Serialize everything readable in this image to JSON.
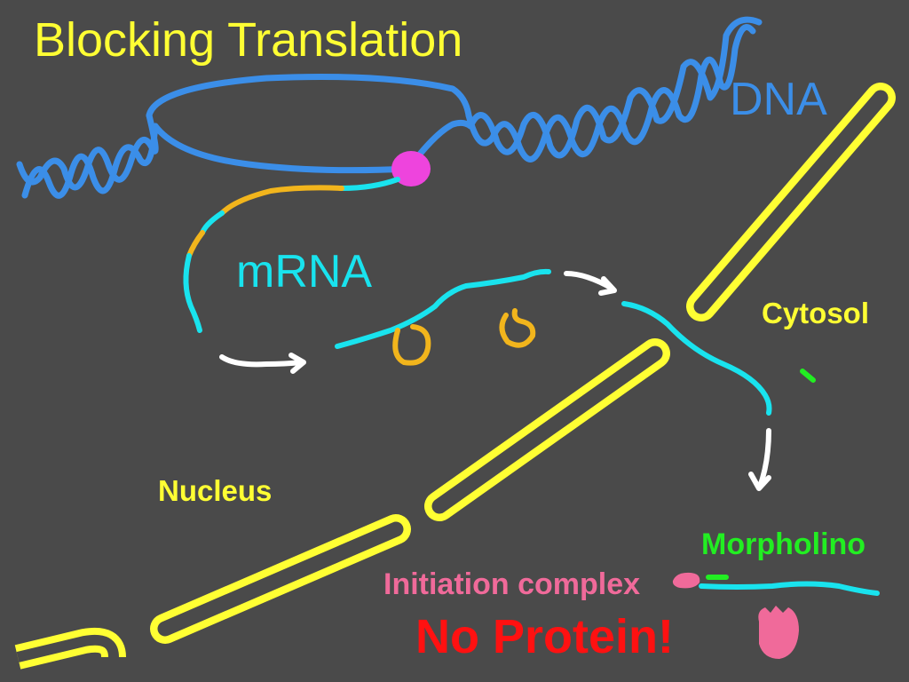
{
  "slide": {
    "title": "Blocking Translation",
    "labels": {
      "dna": "DNA",
      "mrna": "mRNA",
      "cytosol": "Cytosol",
      "nucleus": "Nucleus",
      "morpholino": "Morpholino",
      "initiation_complex": "Initiation complex",
      "no_protein": "No Protein!"
    }
  },
  "colors": {
    "background": "#4a4a4a",
    "title": "#ffff33",
    "dna": "#3b8ee8",
    "mrna": "#19e3ee",
    "mrna_segment": "#f2b51c",
    "membrane": "#ffff33",
    "membrane_labels": "#ffff33",
    "arrows": "#ffffff",
    "morpholino": "#22ee22",
    "initiation_complex": "#f06a9a",
    "polymerase": "#ee44dd",
    "no_protein": "#ff1111"
  },
  "icons": [
    "rna-polymerase-icon",
    "initiation-complex-icon",
    "morpholino-oligo-icon",
    "blocked-ribosome-icon",
    "process-arrow-icon"
  ]
}
